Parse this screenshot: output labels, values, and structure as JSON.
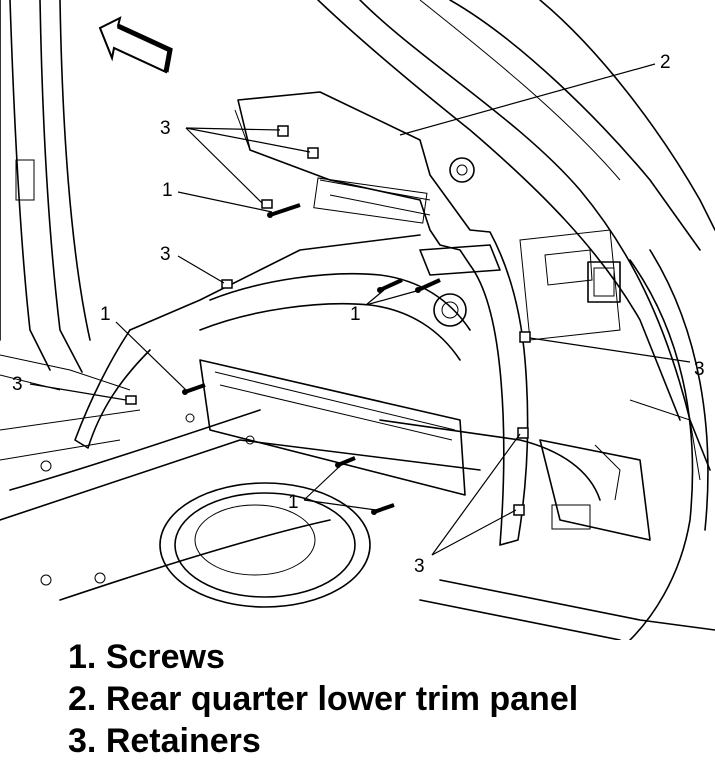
{
  "callouts": {
    "screws": "1",
    "trim_panel": "2",
    "retainers": "3"
  },
  "legend": [
    {
      "number": "1.",
      "text": "Screws"
    },
    {
      "number": "2.",
      "text": "Rear quarter lower trim panel"
    },
    {
      "number": "3.",
      "text": "Retainers"
    }
  ],
  "icons": {
    "direction_arrow": "forward-arrow-icon"
  }
}
